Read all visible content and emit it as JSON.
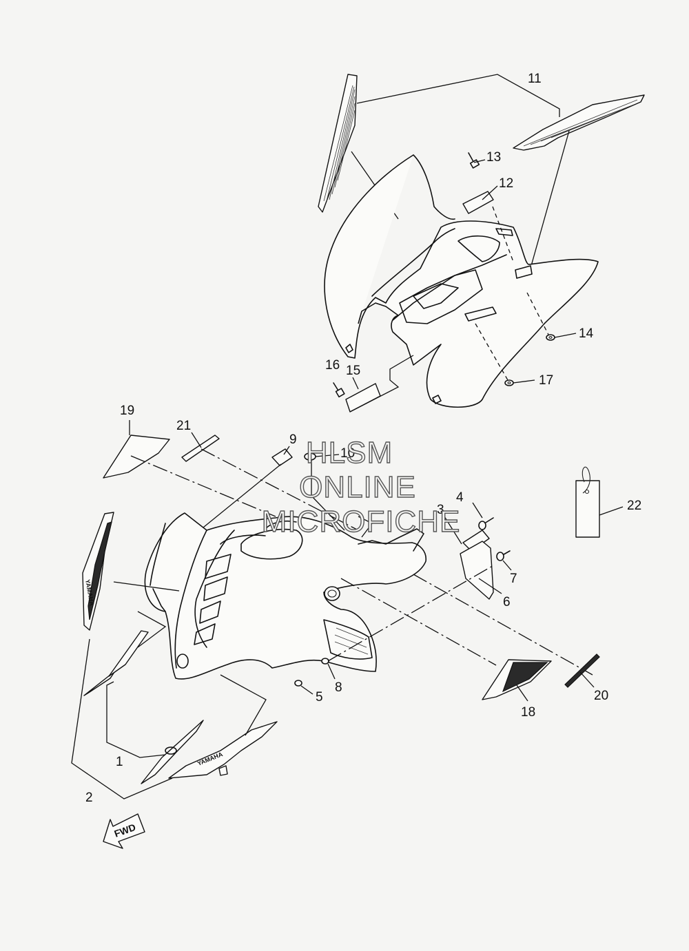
{
  "watermark": {
    "line1": "HLSM",
    "line2": "ONLINE",
    "line3": "MICROFICHE"
  },
  "callouts": {
    "c1": "1",
    "c2": "2",
    "c3": "3",
    "c4": "4",
    "c5": "5",
    "c6": "6",
    "c7": "7",
    "c8": "8",
    "c9": "9",
    "c10": "10",
    "c11": "11",
    "c12": "12",
    "c13": "13",
    "c14": "14",
    "c15": "15",
    "c16": "16",
    "c17": "17",
    "c18": "18",
    "c19": "19",
    "c20": "20",
    "c21": "21",
    "c22": "22"
  },
  "direction_arrow": "FWD",
  "decal_text": {
    "brand_a": "YAMAHA",
    "brand_b": "YAMAHA"
  },
  "colors": {
    "paper": "#f5f5f3",
    "ink": "#111111"
  }
}
